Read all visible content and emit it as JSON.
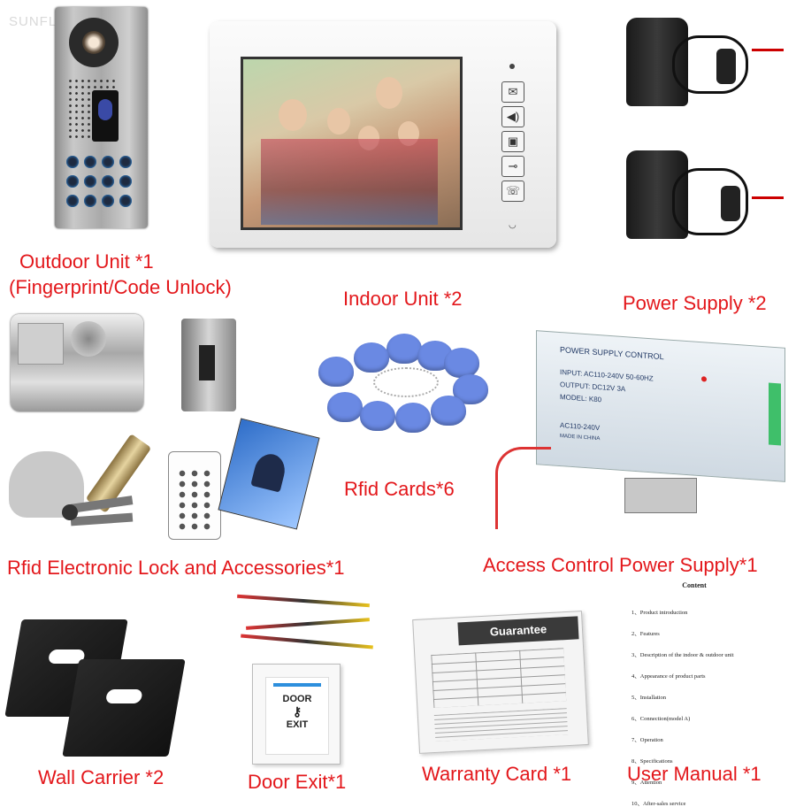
{
  "watermark": "SUNFLOWERVDP",
  "labels": {
    "outdoor_line1": "Outdoor Unit *1",
    "outdoor_line2": "(Fingerprint/Code Unlock)",
    "indoor": "Indoor Unit *2",
    "power_supply": "Power Supply *2",
    "rfid_cards": "Rfid Cards*6",
    "lock_accessories": "Rfid Electronic Lock and Accessories*1",
    "access_power": "Access Control Power Supply*1",
    "wall_carrier": "Wall Carrier *2",
    "door_exit": "Door Exit*1",
    "warranty": "Warranty Card *1",
    "manual": "User Manual *1"
  },
  "power_box": {
    "title": "POWER SUPPLY CONTROL",
    "input": "INPUT: AC110-240V 50-60HZ",
    "output": "OUTPUT: DC12V 3A",
    "model": "MODEL: K80",
    "ac": "AC110-240V",
    "made": "MADE IN CHINA"
  },
  "door_exit_button": {
    "line1": "DOOR",
    "line2": "EXIT"
  },
  "warranty_card": {
    "heading": "Guarantee"
  },
  "manual_page": {
    "heading": "Content",
    "items": [
      "1、Product introduction",
      "2、Features",
      "3、Description of the indoor & outdoor unit",
      "4、Appearance of product parts",
      "5、Installation",
      "6、Connection(model A)",
      "7、Operation",
      "8、Specifications",
      "9、Attention",
      "10、After-sales service"
    ]
  },
  "colors": {
    "label_red": "#e3171b"
  }
}
